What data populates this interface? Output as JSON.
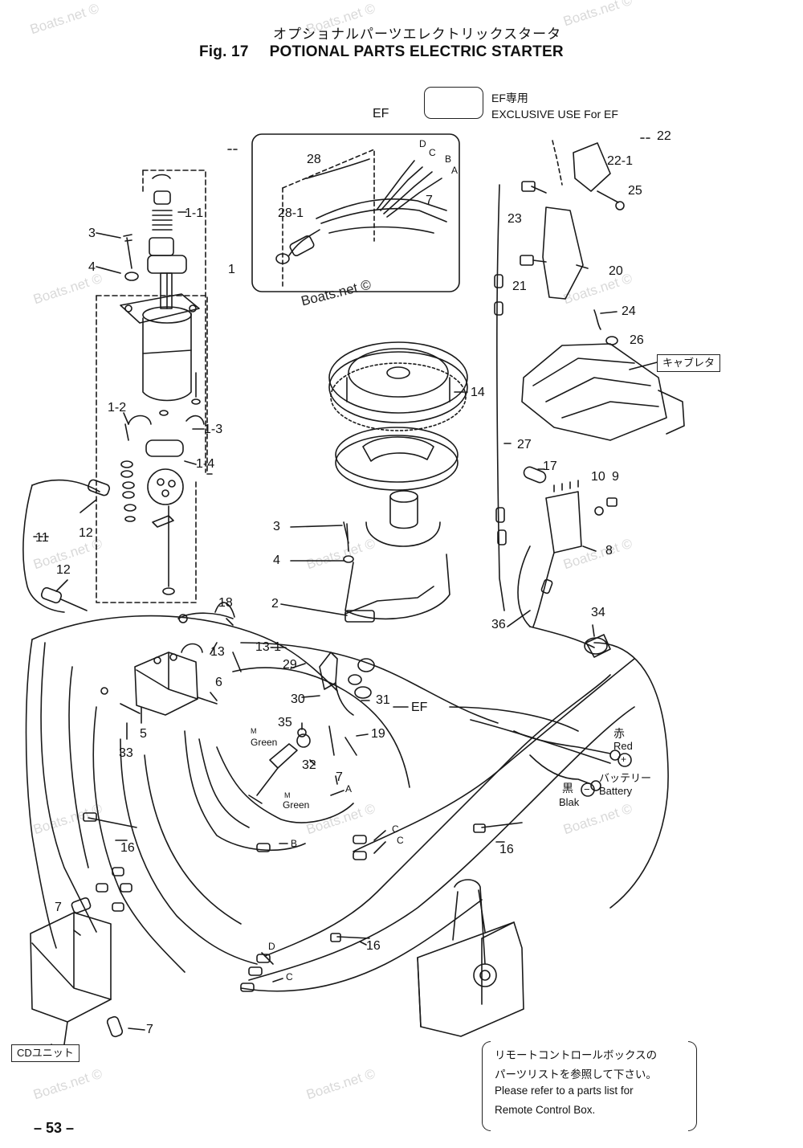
{
  "title": {
    "japanese": "オプショナルパーツエレクトリックスタータ",
    "fig_label": "Fig. 17",
    "english": "POTIONAL PARTS ELECTRIC STARTER"
  },
  "legend": {
    "line1": "EF専用",
    "line2": "EXCLUSIVE USE For EF"
  },
  "group_labels": {
    "ef_top": "EF",
    "ef_bottom": "EF"
  },
  "callouts": [
    "1",
    "1-1",
    "1-2",
    "1-3",
    "1-4",
    "2",
    "3",
    "4",
    "5",
    "6",
    "7",
    "8",
    "9",
    "10",
    "11",
    "12",
    "13",
    "13-1",
    "14",
    "16",
    "17",
    "18",
    "19",
    "20",
    "21",
    "22",
    "22-1",
    "23",
    "24",
    "25",
    "26",
    "27",
    "28",
    "28-1",
    "29",
    "30",
    "31",
    "32",
    "33",
    "34",
    "35",
    "36",
    "A",
    "B",
    "C",
    "D"
  ],
  "boxed_labels": {
    "carburetor": "キャブレタ",
    "cd_unit": "CDユニット"
  },
  "wire_labels": {
    "green": "Green",
    "red_jp": "赤",
    "red_en": "Red",
    "black_jp": "黒",
    "black_en": "Blak",
    "battery_jp": "バッテリー",
    "battery_en": "Battery",
    "plus_sign": "+",
    "minus_sign": "−",
    "ground_mark": "M"
  },
  "note": {
    "line1": "リモートコントロールボックスの",
    "line2": "パーツリストを参照して下さい。",
    "line3": "Please refer to a parts list for",
    "line4": "Remote Control Box."
  },
  "page_number": "– 53 –",
  "watermarks": {
    "short": "Boats.net ©",
    "prominent": "Boats.net ©"
  }
}
